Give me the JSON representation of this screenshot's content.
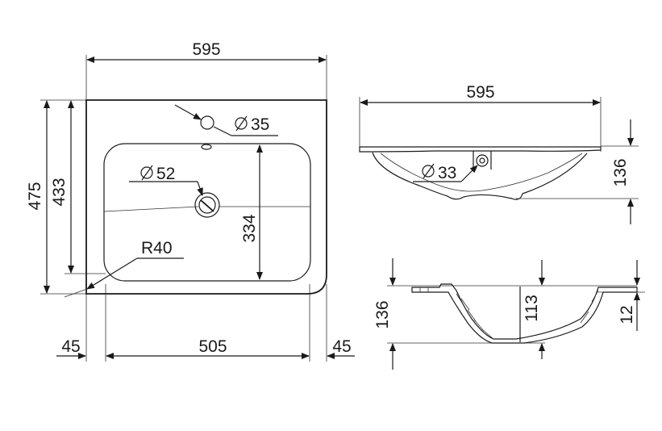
{
  "drawing": {
    "top_view": {
      "overall_width": "595",
      "overall_depth": "475",
      "inner_depth": "433",
      "basin_depth": "334",
      "tap_hole": "35",
      "drain_hole": "52",
      "corner_radius": "R40",
      "side_left": "45",
      "basin_width": "505",
      "side_right": "45"
    },
    "front_view": {
      "overall_width": "595",
      "overflow_hole": "33",
      "height": "136"
    },
    "section_view": {
      "height": "136",
      "inner_depth": "113",
      "rim_thickness": "12"
    }
  },
  "symbols": {
    "diameter": "diameter-symbol"
  }
}
